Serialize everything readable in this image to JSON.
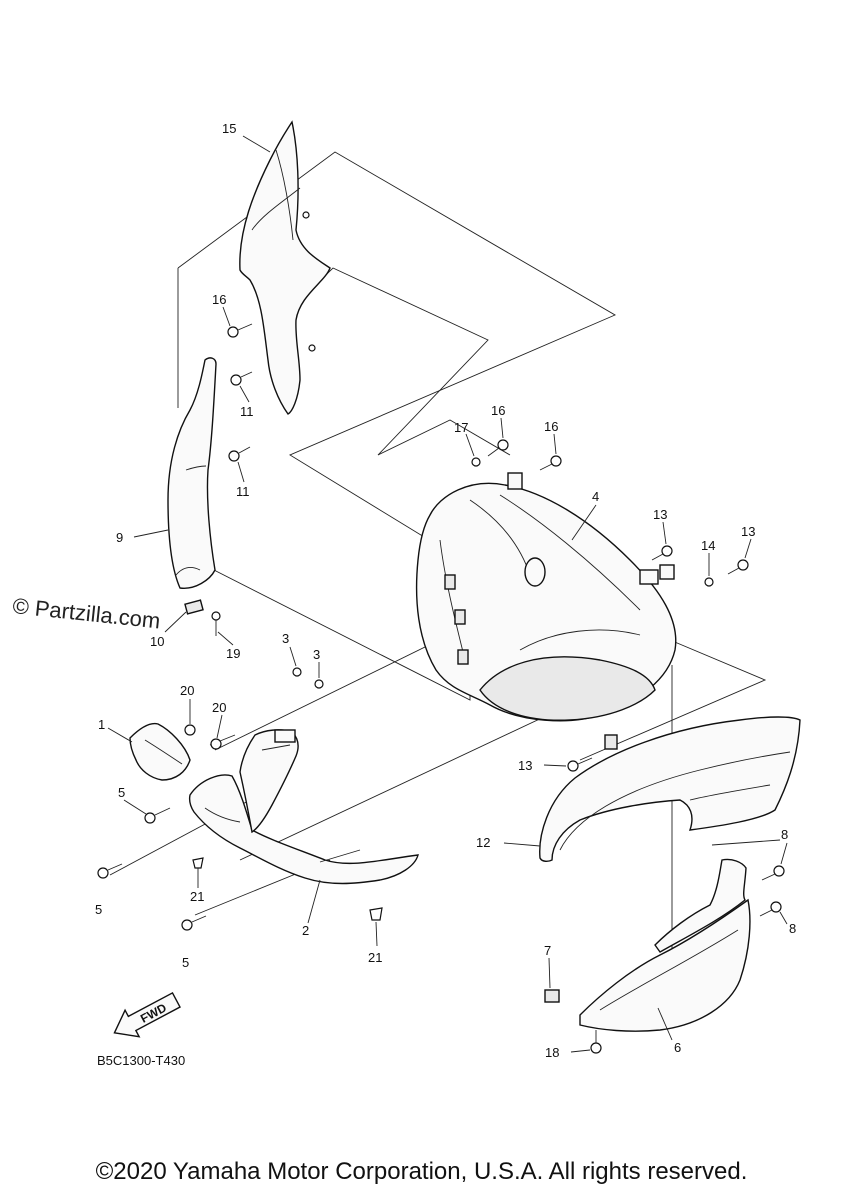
{
  "watermark": "© Partzilla.com",
  "diagram_code": "B5C1300-T430",
  "fwd_label": "FWD",
  "footer": "©2020 Yamaha Motor Corporation, U.S.A. All rights reserved.",
  "callouts": [
    "15",
    "16",
    "11",
    "11",
    "9",
    "10",
    "19",
    "3",
    "3",
    "20",
    "20",
    "1",
    "5",
    "5",
    "5",
    "21",
    "21",
    "2",
    "17",
    "16",
    "16",
    "4",
    "13",
    "14",
    "13",
    "13",
    "12",
    "8",
    "8",
    "7",
    "18",
    "6"
  ]
}
